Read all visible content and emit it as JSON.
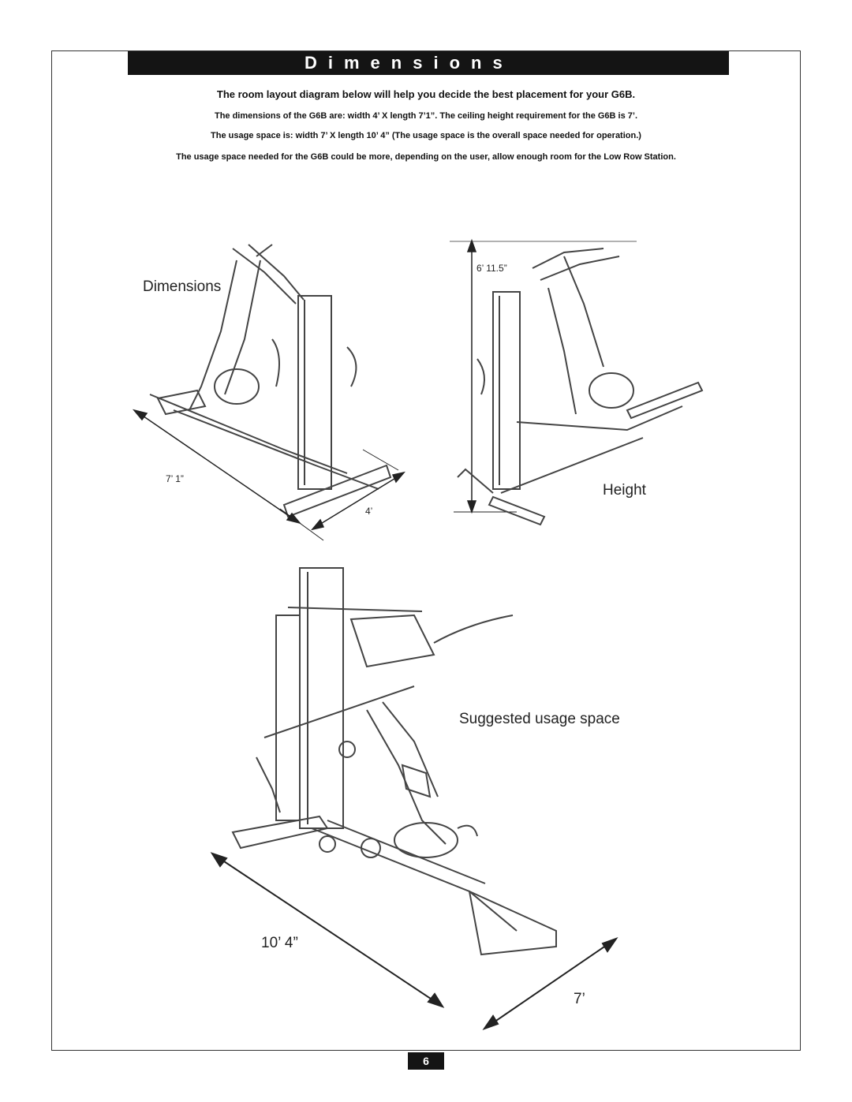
{
  "header": {
    "title": "Dimensions"
  },
  "intro": {
    "main": "The room layout diagram below will help you decide the best placement for your G6B.",
    "line1": "The dimensions of the G6B are: width 4’ X length 7’1”.  The ceiling height requirement for the G6B is 7’.",
    "line2": "The usage space is: width 7’ X length 10’ 4”  (The usage space is the overall space needed for operation.)",
    "line3": "The usage space needed for the G6B could be more, depending on the user, allow enough room for the Low Row Station."
  },
  "figures": {
    "dimensions": {
      "label": "Dimensions",
      "length": "7’ 1”",
      "width": "4’"
    },
    "height": {
      "label": "Height",
      "value": "6’ 11.5”"
    },
    "usage": {
      "label": "Suggested usage space",
      "length": "10’ 4”",
      "width": "7’"
    }
  },
  "footer": {
    "page_number": "6"
  }
}
